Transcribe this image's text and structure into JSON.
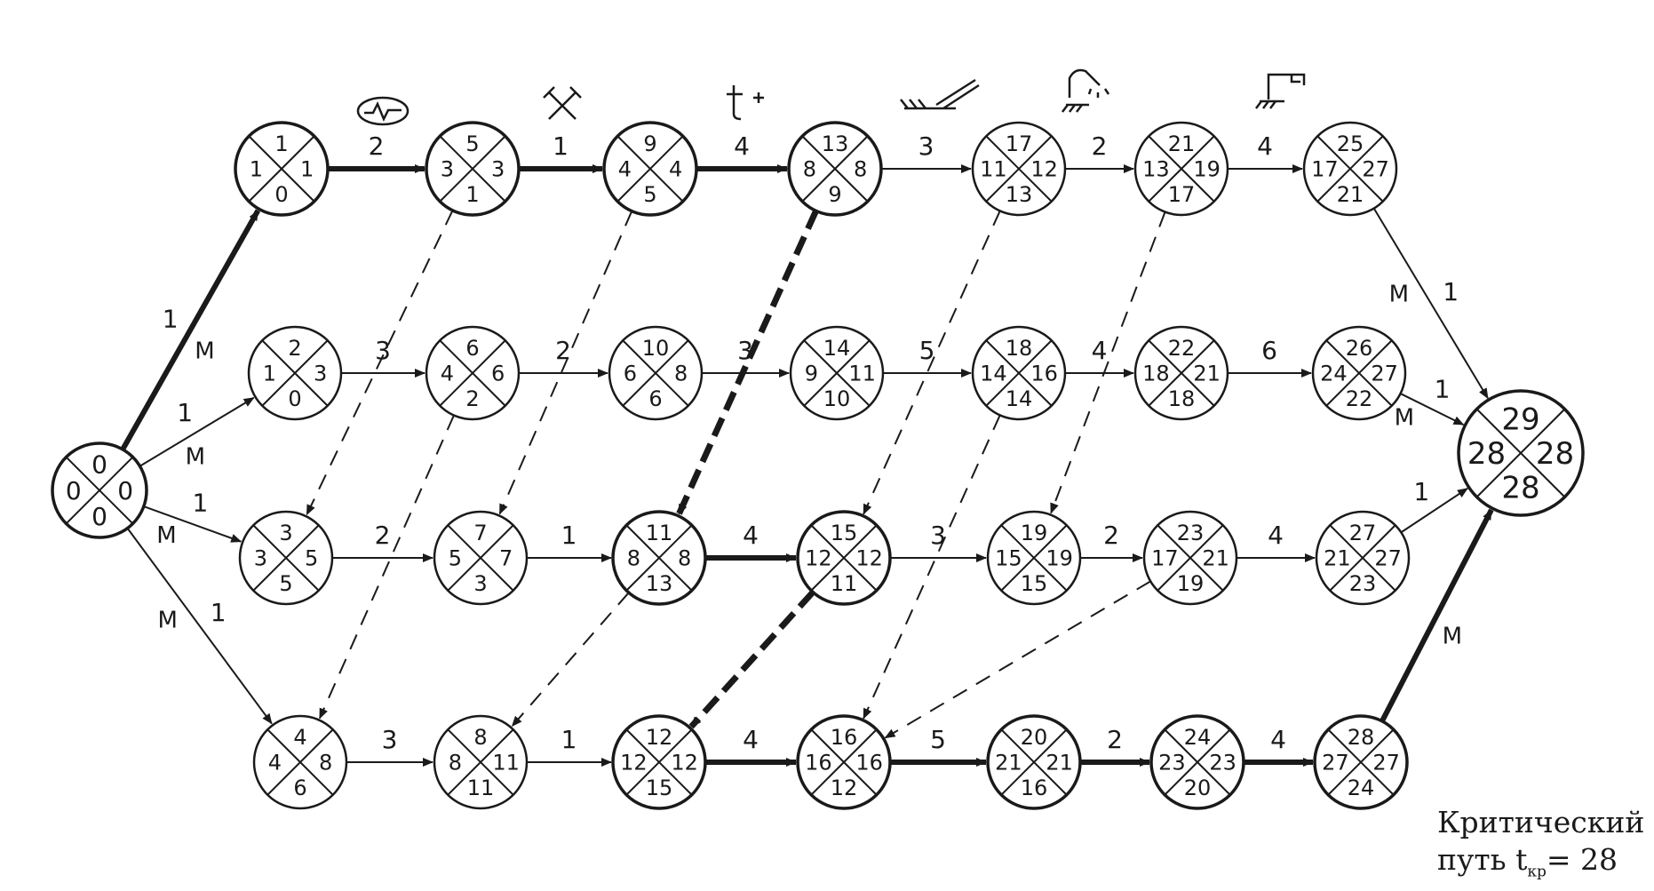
{
  "caption": {
    "line1": "Критический",
    "line2_prefix": "путь t",
    "line2_sub": "кр",
    "line2_suffix": "= 28"
  },
  "nodes": {
    "A0": [
      "0",
      "0",
      "0",
      "0"
    ],
    "A1": [
      "1",
      "1",
      "0",
      "1"
    ],
    "A2": [
      "5",
      "3",
      "1",
      "3"
    ],
    "A3": [
      "9",
      "4",
      "5",
      "4"
    ],
    "A4": [
      "13",
      "8",
      "9",
      "8"
    ],
    "A5": [
      "17",
      "12",
      "13",
      "11"
    ],
    "A6": [
      "21",
      "19",
      "17",
      "13"
    ],
    "A7": [
      "25",
      "27",
      "21",
      "17"
    ],
    "B1": [
      "2",
      "3",
      "0",
      "1"
    ],
    "B2": [
      "6",
      "6",
      "2",
      "4"
    ],
    "B3": [
      "10",
      "8",
      "6",
      "6"
    ],
    "B4": [
      "14",
      "11",
      "10",
      "9"
    ],
    "B5": [
      "18",
      "16",
      "14",
      "14"
    ],
    "B6": [
      "22",
      "21",
      "18",
      "18"
    ],
    "B7": [
      "26",
      "27",
      "22",
      "24"
    ],
    "C1": [
      "3",
      "5",
      "5",
      "3"
    ],
    "C2": [
      "7",
      "7",
      "3",
      "5"
    ],
    "C3": [
      "11",
      "8",
      "13",
      "8"
    ],
    "C4": [
      "15",
      "12",
      "11",
      "12"
    ],
    "C5": [
      "19",
      "19",
      "15",
      "15"
    ],
    "C6": [
      "23",
      "21",
      "19",
      "17"
    ],
    "C7": [
      "27",
      "27",
      "23",
      "21"
    ],
    "D1": [
      "4",
      "8",
      "6",
      "4"
    ],
    "D2": [
      "8",
      "11",
      "11",
      "8"
    ],
    "D3": [
      "12",
      "12",
      "15",
      "12"
    ],
    "D4": [
      "16",
      "16",
      "12",
      "16"
    ],
    "D5": [
      "20",
      "21",
      "16",
      "21"
    ],
    "D6": [
      "24",
      "23",
      "20",
      "23"
    ],
    "D7": [
      "28",
      "27",
      "24",
      "27"
    ],
    "Z": [
      "29",
      "28",
      "28",
      "28"
    ]
  },
  "edges": [
    {
      "from": "A0",
      "to": "A1",
      "label": "1",
      "mark": "М",
      "critical": true
    },
    {
      "from": "A0",
      "to": "B1",
      "label": "1",
      "mark": "М"
    },
    {
      "from": "A0",
      "to": "C1",
      "label": "1",
      "mark": "М"
    },
    {
      "from": "A0",
      "to": "D1",
      "label": "1",
      "mark": "М"
    },
    {
      "from": "A1",
      "to": "A2",
      "label": "2",
      "critical": true
    },
    {
      "from": "A2",
      "to": "A3",
      "label": "1",
      "critical": true
    },
    {
      "from": "A3",
      "to": "A4",
      "label": "4",
      "critical": true
    },
    {
      "from": "A4",
      "to": "A5",
      "label": "3"
    },
    {
      "from": "A5",
      "to": "A6",
      "label": "2"
    },
    {
      "from": "A6",
      "to": "A7",
      "label": "4"
    },
    {
      "from": "B1",
      "to": "B2",
      "label": "3"
    },
    {
      "from": "B2",
      "to": "B3",
      "label": "2"
    },
    {
      "from": "B3",
      "to": "B4",
      "label": "3"
    },
    {
      "from": "B4",
      "to": "B5",
      "label": "5"
    },
    {
      "from": "B5",
      "to": "B6",
      "label": "4"
    },
    {
      "from": "B6",
      "to": "B7",
      "label": "6"
    },
    {
      "from": "C1",
      "to": "C2",
      "label": "2"
    },
    {
      "from": "C2",
      "to": "C3",
      "label": "1"
    },
    {
      "from": "C3",
      "to": "C4",
      "label": "4",
      "critical": true
    },
    {
      "from": "C4",
      "to": "C5",
      "label": "3"
    },
    {
      "from": "C5",
      "to": "C6",
      "label": "2"
    },
    {
      "from": "C6",
      "to": "C7",
      "label": "4"
    },
    {
      "from": "D1",
      "to": "D2",
      "label": "3"
    },
    {
      "from": "D2",
      "to": "D3",
      "label": "1"
    },
    {
      "from": "D3",
      "to": "D4",
      "label": "4",
      "critical": true
    },
    {
      "from": "D4",
      "to": "D5",
      "label": "5",
      "critical": true
    },
    {
      "from": "D5",
      "to": "D6",
      "label": "2",
      "critical": true
    },
    {
      "from": "D6",
      "to": "D7",
      "label": "4",
      "critical": true
    },
    {
      "from": "A7",
      "to": "Z",
      "label": "1",
      "mark": "М"
    },
    {
      "from": "B7",
      "to": "Z",
      "label": "1",
      "mark": "М"
    },
    {
      "from": "C7",
      "to": "Z",
      "label": "1"
    },
    {
      "from": "D7",
      "to": "Z",
      "label": "",
      "mark": "М",
      "critical": true
    }
  ],
  "dependencies": [
    {
      "from": "A2",
      "to": "C1"
    },
    {
      "from": "A3",
      "to": "C2"
    },
    {
      "from": "A4",
      "to": "C3",
      "critical": true
    },
    {
      "from": "A5",
      "to": "C4"
    },
    {
      "from": "A6",
      "to": "C5"
    },
    {
      "from": "B2",
      "to": "D1"
    },
    {
      "from": "B5",
      "to": "D4"
    },
    {
      "from": "C3",
      "to": "D2"
    },
    {
      "from": "C4",
      "to": "D3",
      "critical": true
    },
    {
      "from": "C6",
      "to": "D4"
    }
  ]
}
